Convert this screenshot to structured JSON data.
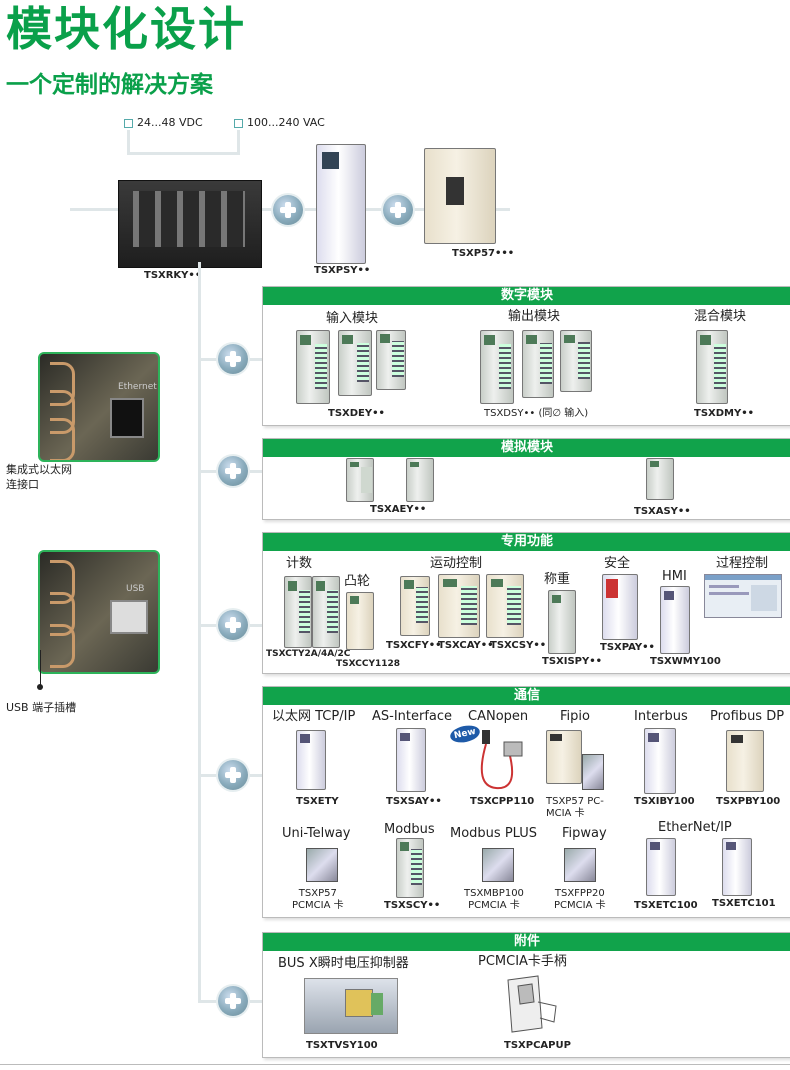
{
  "title": "模块化设计",
  "subtitle": "一个定制的解决方案",
  "power": {
    "dc": "24...48 VDC",
    "ac": "100...240 VAC"
  },
  "top_modules": {
    "rack": "TSXRKY••",
    "psy": "TSXPSY••",
    "p57": "TSXP57•••"
  },
  "side": {
    "ethernet_port": "集成式以太网\n连接口",
    "ethernet_text": "Ethernet",
    "usb_port": "USB 端子插槽",
    "usb_text": "USB"
  },
  "sections": {
    "digital": {
      "header": "数字模块",
      "input_label": "输入模块",
      "output_label": "输出模块",
      "mixed_label": "混合模块",
      "input_code": "TSXDEY••",
      "output_code": "TSXDSY•• (同∅ 输入)",
      "mixed_code": "TSXDMY••"
    },
    "analog": {
      "header": "模拟模块",
      "aey": "TSXAEY••",
      "asy": "TSXASY••"
    },
    "special": {
      "header": "专用功能",
      "counting": "计数",
      "cam": "凸轮",
      "motion": "运动控制",
      "weighing": "称重",
      "safety": "安全",
      "hmi": "HMI",
      "process": "过程控制",
      "cty": "TSXCTY2A/4A/2C",
      "ccy": "TSXCCY1128",
      "cfy": "TSXCFY••",
      "cay": "TSXCAY••",
      "csy": "TSXCSY••",
      "ispy": "TSXISPY••",
      "pay": "TSXPAY••",
      "wmy": "TSXWMY100"
    },
    "comm": {
      "header": "通信",
      "ethernet": "以太网 TCP/IP",
      "asi": "AS-Interface",
      "canopen": "CANopen",
      "fipio": "Fipio",
      "interbus": "Interbus",
      "profibus": "Profibus DP",
      "new_badge": "New",
      "code_ety": "TSXETY",
      "code_say": "TSXSAY••",
      "code_cpp": "TSXCPP110",
      "code_p57pc": "TSXP57 PC-\nMCIA 卡",
      "code_iby": "TSXIBY100",
      "code_pby": "TSXPBY100",
      "unitelway": "Uni-Telway",
      "modbus": "Modbus",
      "modbusplus": "Modbus PLUS",
      "fipway": "Fipway",
      "ethernetip": "EtherNet/IP",
      "code_p57pcm": "TSXP57\nPCMCIA 卡",
      "code_scy": "TSXSCY••",
      "code_mbp": "TSXMBP100\nPCMCIA 卡",
      "code_fpp": "TSXFPP20\nPCMCIA 卡",
      "code_etc100": "TSXETC100",
      "code_etc101": "TSXETC101"
    },
    "accessories": {
      "header": "附件",
      "bus_label": "BUS X瞬时电压抑制器",
      "pcmcia_label": "PCMCIA卡手柄",
      "tvsy": "TSXTVSY100",
      "pcapup": "TSXPCAPUP"
    }
  }
}
